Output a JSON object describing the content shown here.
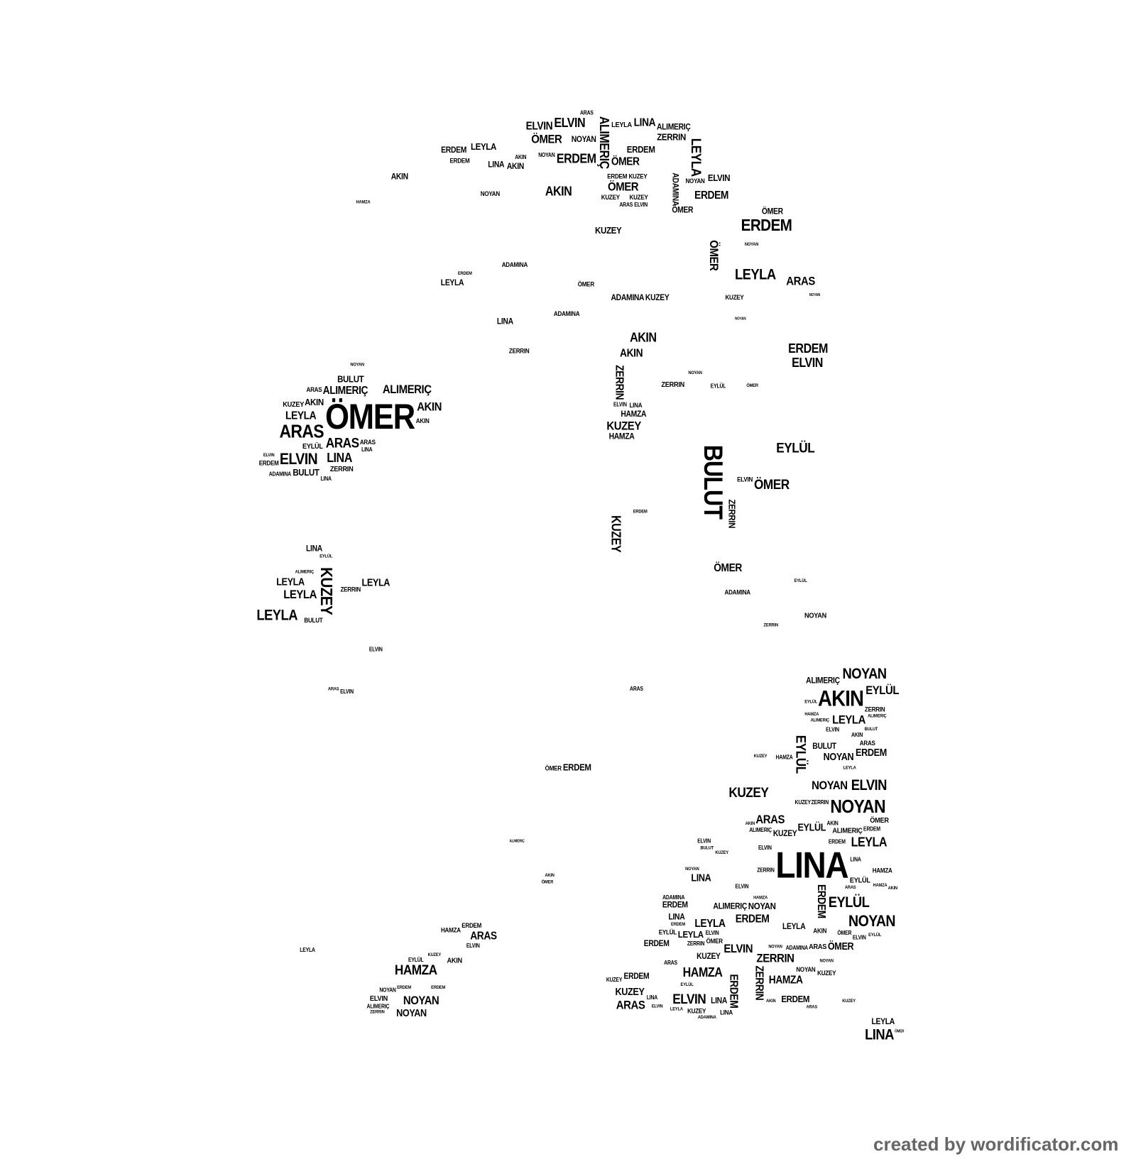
{
  "credit": "created by wordificator.com",
  "words": [
    "ELVIN",
    "ELVIN",
    "ARAS",
    "ALIMERIÇ",
    "LEYLA",
    "LINA",
    "ALIMERIÇ",
    "ZERRIN",
    "ERDEM",
    "ERDEM",
    "LEYLA",
    "ERDEM",
    "LINA",
    "AKIN",
    "AKIN",
    "ÖMER",
    "NOYAN",
    "NOYAN",
    "ERDEM",
    "ÖMER",
    "LEYLA",
    "ADAMINA",
    "NOYAN",
    "ELVIN",
    "ERDEM",
    "KUZEY",
    "ÖMER",
    "ERDEM",
    "AKIN",
    "NOYAN",
    "AKIN",
    "HAMZA",
    "KUZEY",
    "KUZEY",
    "ARAS",
    "ELVIN",
    "ÖMER",
    "ÖMER",
    "ERDEM",
    "KUZEY",
    "ÖMER",
    "NOYAN",
    "LEYLA",
    "ARAS",
    "ADAMINA",
    "ERDEM",
    "LEYLA",
    "ÖMER",
    "ADAMINA",
    "KUZEY",
    "KUZEY",
    "NOYAN",
    "ADAMINA",
    "LINA",
    "NOYAN",
    "AKIN",
    "AKIN",
    "ZERRIN",
    "ERDEM",
    "ELVIN",
    "ZERRIN",
    "ZERRIN",
    "EYLÜL",
    "ÖMER",
    "NOYAN",
    "ELVIN",
    "LINA",
    "HAMZA",
    "KUZEY",
    "HAMZA",
    "EYLÜL",
    "BULUT",
    "ZERRIN",
    "ELVIN",
    "ÖMER",
    "KUZEY",
    "ERDEM",
    "ÖMER",
    "ADAMINA",
    "EYLÜL",
    "NOYAN",
    "ZERRIN",
    "ÖMER",
    "ARAS",
    "ALIMERIÇ",
    "ALIMERIÇ",
    "BULUT",
    "AKIN",
    "AKIN",
    "LEYLA",
    "KUZEY",
    "ARAS",
    "BULUT",
    "LINA",
    "ELVIN",
    "EYLÜL",
    "ZERRIN",
    "ERDEM",
    "ADAMINA",
    "LINA",
    "NOYAN",
    "ARAS",
    "AKIN",
    "ARAS",
    "LINA",
    "ELVIN",
    "LINA",
    "EYLÜL",
    "KUZEY",
    "LEYLA",
    "ZERRIN",
    "LEYLA",
    "LEYLA",
    "LEYLA",
    "BULUT",
    "ALIMERIÇ",
    "ELVIN",
    "ARAS",
    "ELVIN",
    "ARAS",
    "ÖMER",
    "ERDEM",
    "ALIMERIÇ",
    "AKIN",
    "ÖMER",
    "LEYLA",
    "HAMZA",
    "ERDEM",
    "ARAS",
    "ELVIN",
    "HAMZA",
    "KUZEY",
    "EYLÜL",
    "AKIN",
    "ERDEM",
    "NOYAN",
    "ERDEM",
    "ELVIN",
    "NOYAN",
    "ALIMERIÇ",
    "NOYAN",
    "ZERRIN",
    "NOYAN",
    "ALIMERIÇ",
    "EYLÜL",
    "AKIN",
    "EYLÜL",
    "ZERRIN",
    "ALIMERIÇ",
    "HAMZA",
    "LEYLA",
    "ALIMERIÇ",
    "ELVIN",
    "BULUT",
    "AKIN",
    "EYLÜL",
    "BULUT",
    "NOYAN",
    "ARAS",
    "ERDEM",
    "LEYLA",
    "KUZEY",
    "HAMZA",
    "NOYAN",
    "ELVIN",
    "KUZEY",
    "KUZEY",
    "ZERRIN",
    "NOYAN",
    "ARAS",
    "ÖMER",
    "AKIN",
    "ALIMERIÇ",
    "EYLÜL",
    "AKIN",
    "ERDEM",
    "ALIMERIÇ",
    "KUZEY",
    "LEYLA",
    "ELVIN",
    "BULUT",
    "ELVIN",
    "ERDEM",
    "KUZEY",
    "LINA",
    "ZERRIN",
    "LINA",
    "EYLÜL",
    "HAMZA",
    "NOYAN",
    "LINA",
    "ARAS",
    "HAMZA",
    "ELVIN",
    "AKIN",
    "ERDEM",
    "EYLÜL",
    "ADAMINA",
    "ERDEM",
    "HAMZA",
    "ALIMERIÇ",
    "NOYAN",
    "LINA",
    "ERDEM",
    "LEYLA",
    "ERDEM",
    "NOYAN",
    "EYLÜL",
    "LEYLA",
    "ELVIN",
    "LEYLA",
    "AKIN",
    "ZERRIN",
    "ÖMER",
    "ÖMER",
    "EYLÜL",
    "ELVIN",
    "ERDEM",
    "ELVIN",
    "NOYAN",
    "ADAMINA",
    "ARAS",
    "ÖMER",
    "KUZEY",
    "ZERRIN",
    "ZERRIN",
    "ARAS",
    "HAMZA",
    "EYLÜL",
    "NOYAN",
    "HAMZA",
    "NOYAN",
    "KUZEY",
    "ERDEM",
    "KUZEY",
    "ERDEM",
    "KUZEY",
    "LINA",
    "ELVIN",
    "LINA",
    "AKIN",
    "ERDEM",
    "ARAS",
    "ELVIN",
    "LEYLA",
    "ADAMINA",
    "LINA",
    "KUZEY",
    "ARAS",
    "KUZEY",
    "LEYLA",
    "LINA",
    "ÖMER"
  ]
}
